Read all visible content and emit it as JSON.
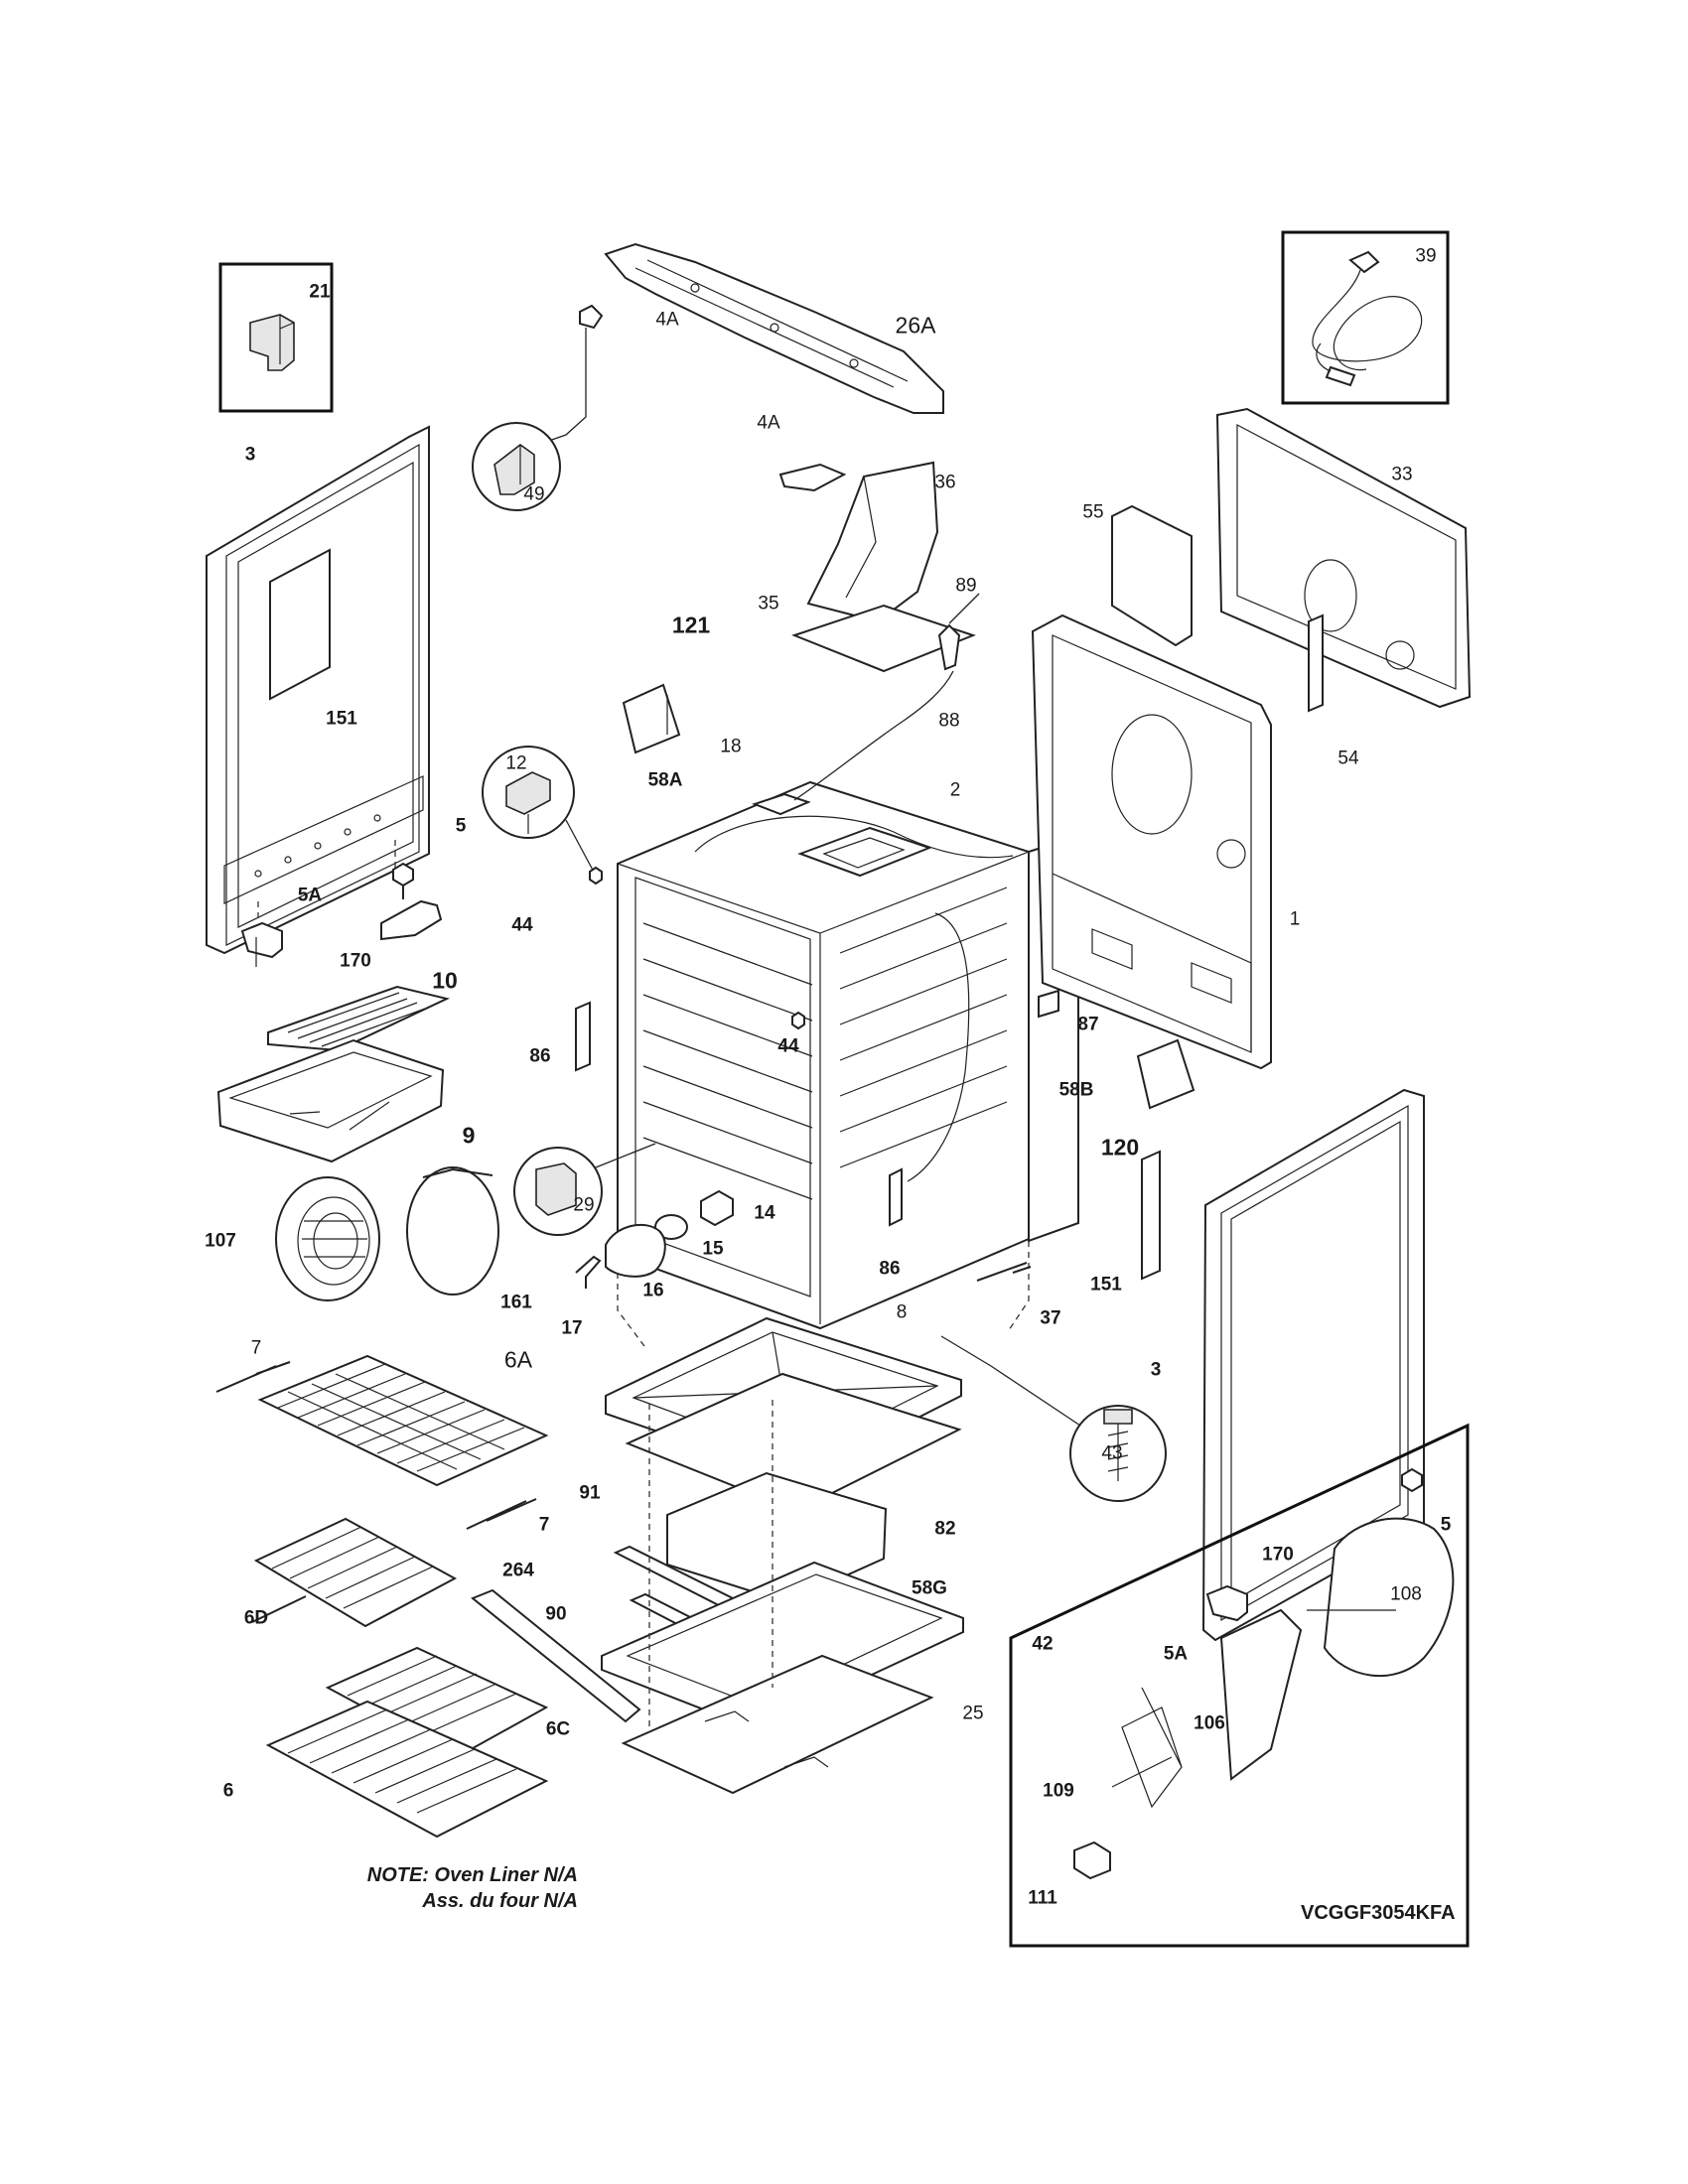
{
  "diagram": {
    "labels": [
      {
        "id": "21",
        "text": "21"
      },
      {
        "id": "39",
        "text": "39"
      },
      {
        "id": "26A",
        "text": "26A"
      },
      {
        "id": "4A_a",
        "text": "4A"
      },
      {
        "id": "4A_b",
        "text": "4A"
      },
      {
        "id": "49",
        "text": "49"
      },
      {
        "id": "3_a",
        "text": "3"
      },
      {
        "id": "36",
        "text": "36"
      },
      {
        "id": "33",
        "text": "33"
      },
      {
        "id": "55",
        "text": "55"
      },
      {
        "id": "35",
        "text": "35"
      },
      {
        "id": "89",
        "text": "89"
      },
      {
        "id": "121",
        "text": "121"
      },
      {
        "id": "88",
        "text": "88"
      },
      {
        "id": "151_a",
        "text": "151"
      },
      {
        "id": "54",
        "text": "54"
      },
      {
        "id": "12",
        "text": "12"
      },
      {
        "id": "58A",
        "text": "58A"
      },
      {
        "id": "18",
        "text": "18"
      },
      {
        "id": "2",
        "text": "2"
      },
      {
        "id": "5_a",
        "text": "5"
      },
      {
        "id": "5A_a",
        "text": "5A"
      },
      {
        "id": "44_a",
        "text": "44"
      },
      {
        "id": "1",
        "text": "1"
      },
      {
        "id": "170_a",
        "text": "170"
      },
      {
        "id": "10",
        "text": "10"
      },
      {
        "id": "87",
        "text": "87"
      },
      {
        "id": "44_b",
        "text": "44"
      },
      {
        "id": "86_a",
        "text": "86"
      },
      {
        "id": "58B",
        "text": "58B"
      },
      {
        "id": "9",
        "text": "9"
      },
      {
        "id": "120",
        "text": "120"
      },
      {
        "id": "29",
        "text": "29"
      },
      {
        "id": "14",
        "text": "14"
      },
      {
        "id": "107",
        "text": "107"
      },
      {
        "id": "15",
        "text": "15"
      },
      {
        "id": "161",
        "text": "161"
      },
      {
        "id": "16",
        "text": "16"
      },
      {
        "id": "86_b",
        "text": "86"
      },
      {
        "id": "151_b",
        "text": "151"
      },
      {
        "id": "17",
        "text": "17"
      },
      {
        "id": "37",
        "text": "37"
      },
      {
        "id": "8",
        "text": "8"
      },
      {
        "id": "7_a",
        "text": "7"
      },
      {
        "id": "6A",
        "text": "6A"
      },
      {
        "id": "3_b",
        "text": "3"
      },
      {
        "id": "43",
        "text": "43"
      },
      {
        "id": "82",
        "text": "82"
      },
      {
        "id": "7_b",
        "text": "7"
      },
      {
        "id": "91",
        "text": "91"
      },
      {
        "id": "5_b",
        "text": "5"
      },
      {
        "id": "264",
        "text": "264"
      },
      {
        "id": "170_b",
        "text": "170"
      },
      {
        "id": "58G",
        "text": "58G"
      },
      {
        "id": "108",
        "text": "108"
      },
      {
        "id": "6D",
        "text": "6D"
      },
      {
        "id": "90",
        "text": "90"
      },
      {
        "id": "42",
        "text": "42"
      },
      {
        "id": "5A_b",
        "text": "5A"
      },
      {
        "id": "6C",
        "text": "6C"
      },
      {
        "id": "25",
        "text": "25"
      },
      {
        "id": "106",
        "text": "106"
      },
      {
        "id": "6",
        "text": "6"
      },
      {
        "id": "109",
        "text": "109"
      },
      {
        "id": "111",
        "text": "111"
      }
    ],
    "note_line1": "NOTE: Oven Liner N/A",
    "note_line2": "Ass. du four N/A",
    "model": "VCGGF3054KFA"
  }
}
